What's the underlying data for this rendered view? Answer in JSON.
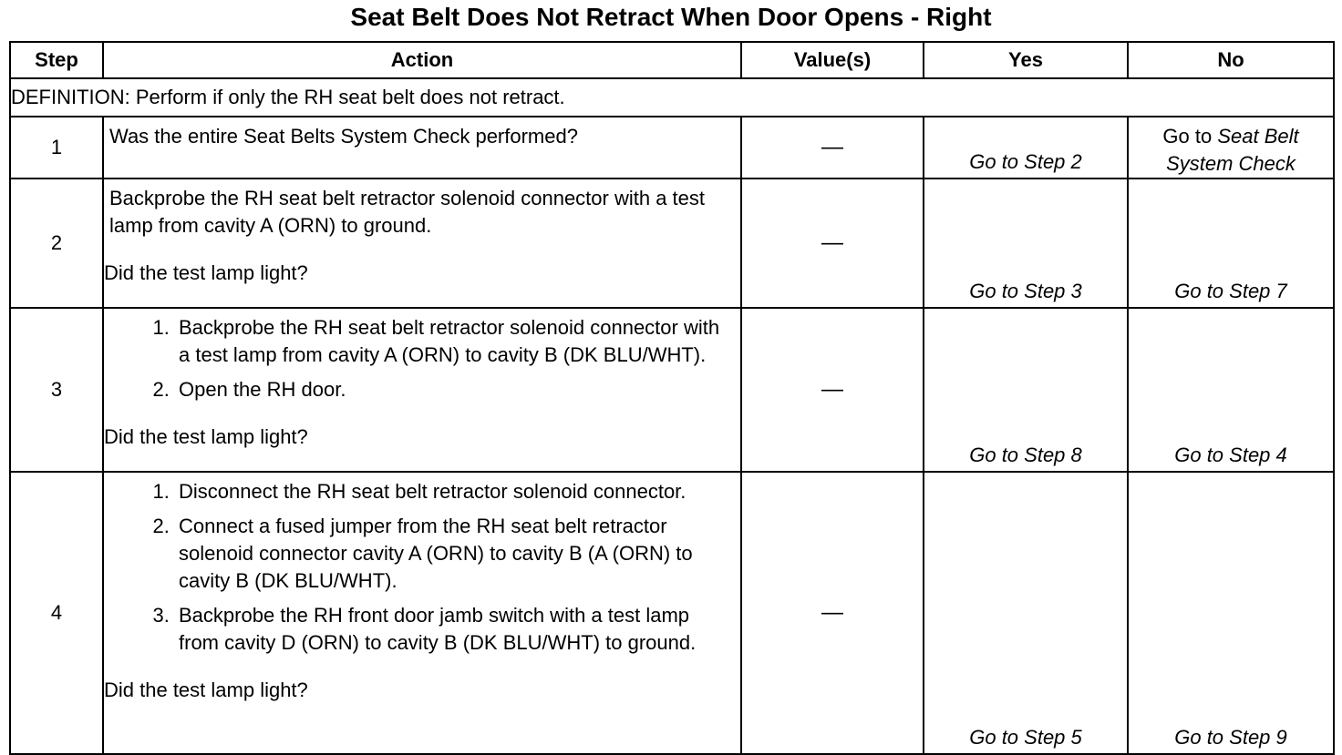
{
  "title": "Seat Belt Does Not Retract When Door Opens - Right",
  "headers": {
    "step": "Step",
    "action": "Action",
    "values": "Value(s)",
    "yes": "Yes",
    "no": "No"
  },
  "definition": "DEFINITION: Perform if only the RH seat belt does not retract.",
  "steps": [
    {
      "step": "1",
      "question": "Was the entire Seat Belts System Check performed?",
      "value": "—",
      "yes": "Go to Step 2",
      "no_prefix": "Go to",
      "no_link": "Seat Belt System Check"
    },
    {
      "step": "2",
      "instruction": "Backprobe the RH seat belt retractor solenoid connector with a test lamp from cavity A (ORN) to ground.",
      "question": "Did the test lamp light?",
      "value": "—",
      "yes": "Go to Step 3",
      "no": "Go to Step 7"
    },
    {
      "step": "3",
      "items": [
        "Backprobe the RH seat belt retractor solenoid connector with a test lamp from cavity A (ORN) to cavity B (DK BLU/WHT).",
        "Open the RH door."
      ],
      "question": "Did the test lamp light?",
      "value": "—",
      "yes": "Go to Step 8",
      "no": "Go to Step 4"
    },
    {
      "step": "4",
      "items": [
        "Disconnect the RH seat belt retractor solenoid connector.",
        "Connect a fused jumper from the RH seat belt retractor solenoid connector cavity A (ORN) to cavity B (A (ORN) to cavity B (DK BLU/WHT).",
        "Backprobe the RH front door jamb switch with a test lamp from cavity D (ORN) to cavity B (DK BLU/WHT) to ground."
      ],
      "question": "Did the test lamp light?",
      "value": "—",
      "yes": "Go to Step 5",
      "no": "Go to Step 9"
    }
  ]
}
